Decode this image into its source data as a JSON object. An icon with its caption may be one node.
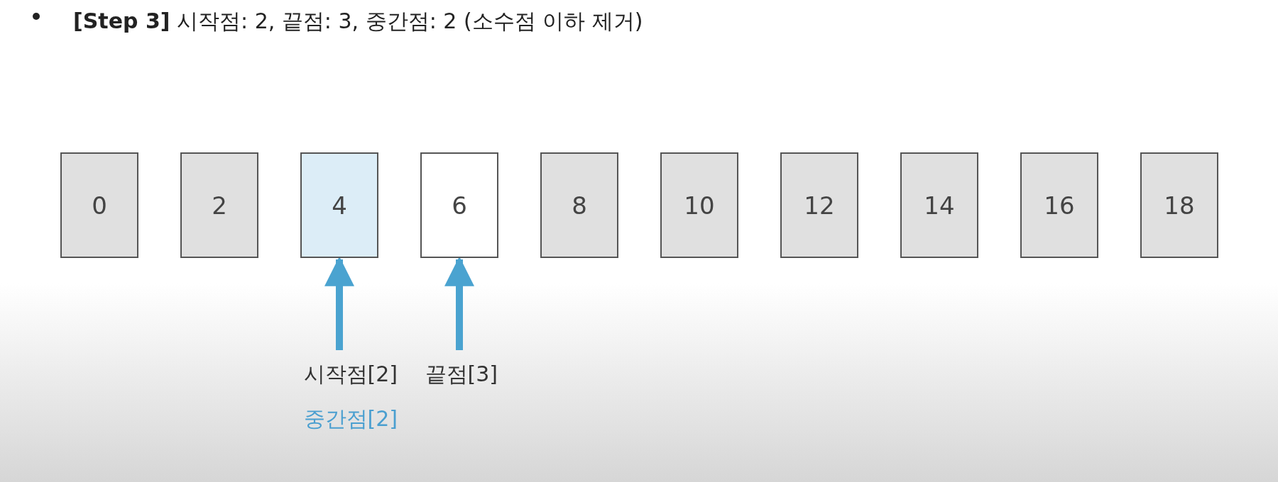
{
  "diagram": {
    "title": "**[Step 3]** 시작점: 2, 끝점: 3, 중간점: 2 (소수점 이하 제거)",
    "nodes": [
      {
        "text": [
          "0"
        ]
      },
      {
        "text": [
          "2"
        ]
      },
      {
        "text": [
          "4"
        ]
      },
      {
        "text": [
          "6"
        ]
      },
      {
        "text": [
          "8"
        ]
      },
      {
        "text": [
          "10"
        ]
      },
      {
        "text": [
          "12"
        ]
      },
      {
        "text": [
          "14"
        ]
      },
      {
        "text": [
          "16"
        ]
      },
      {
        "text": [
          "18"
        ]
      },
      {
        "text": [
          "시작점[2]",
          "중간점[2]"
        ]
      },
      {
        "text": [
          "끝점[3]"
        ]
      }
    ],
    "edges": [
      {
        "from": 10,
        "to": 2,
        "arrow": "to"
      },
      {
        "from": 11,
        "to": 3,
        "arrow": "to"
      }
    ]
  }
}
